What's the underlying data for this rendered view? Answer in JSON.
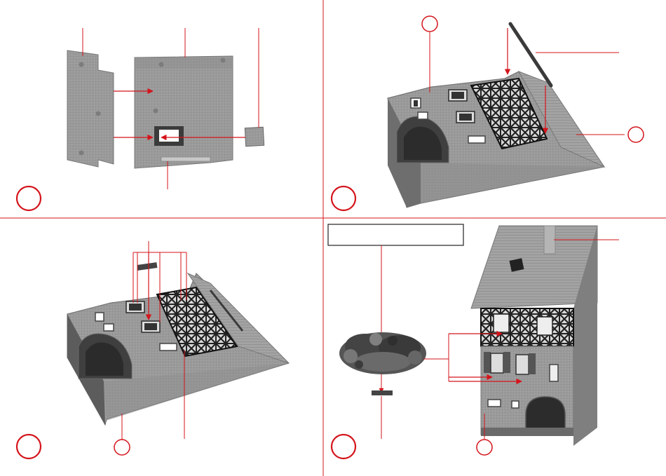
{
  "diagram": {
    "accent_color": "#d4141b",
    "steps": [
      {
        "id": 1,
        "number": "",
        "label": ""
      },
      {
        "id": 2,
        "number": "",
        "label": ""
      },
      {
        "id": 3,
        "number": "",
        "label": ""
      },
      {
        "id": 4,
        "number": "",
        "label": ""
      }
    ],
    "callouts": [
      "",
      "",
      "",
      ""
    ],
    "glue_box_label": ""
  }
}
